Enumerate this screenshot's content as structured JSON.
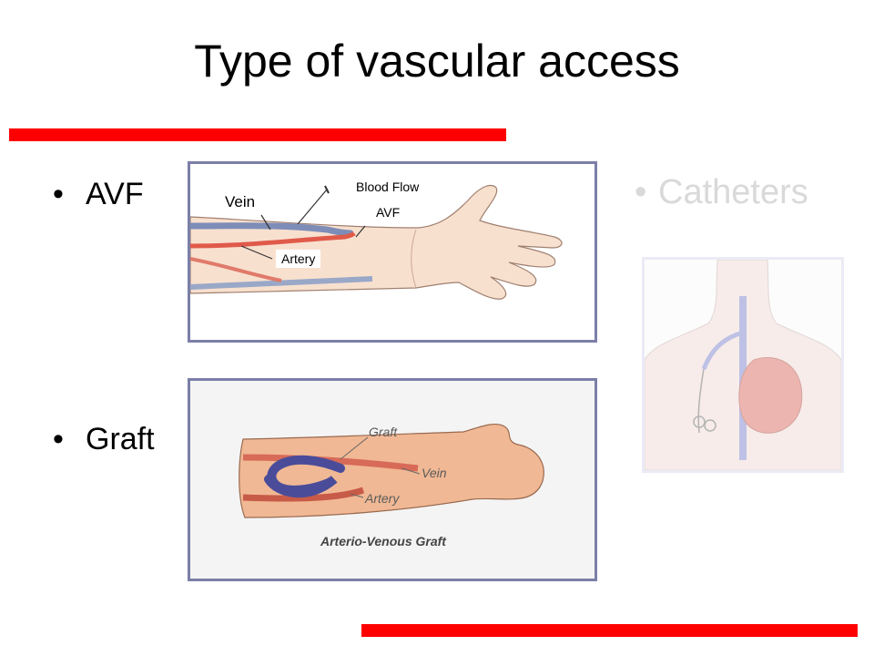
{
  "slide": {
    "title": "Type of vascular access"
  },
  "bullets": {
    "avf": "AVF",
    "graft": "Graft",
    "catheters": "Catheters",
    "marker": "•"
  },
  "avf_diagram": {
    "vein": "Vein",
    "blood_flow": "Blood Flow",
    "avf": "AVF",
    "artery": "Artery"
  },
  "graft_diagram": {
    "graft": "Graft",
    "vein": "Vein",
    "artery": "Artery",
    "caption": "Arterio-Venous Graft"
  },
  "colors": {
    "accent_bar": "#ff0000",
    "panel_border": "#7b7fa8",
    "faded_text": "#d9d9d9"
  }
}
